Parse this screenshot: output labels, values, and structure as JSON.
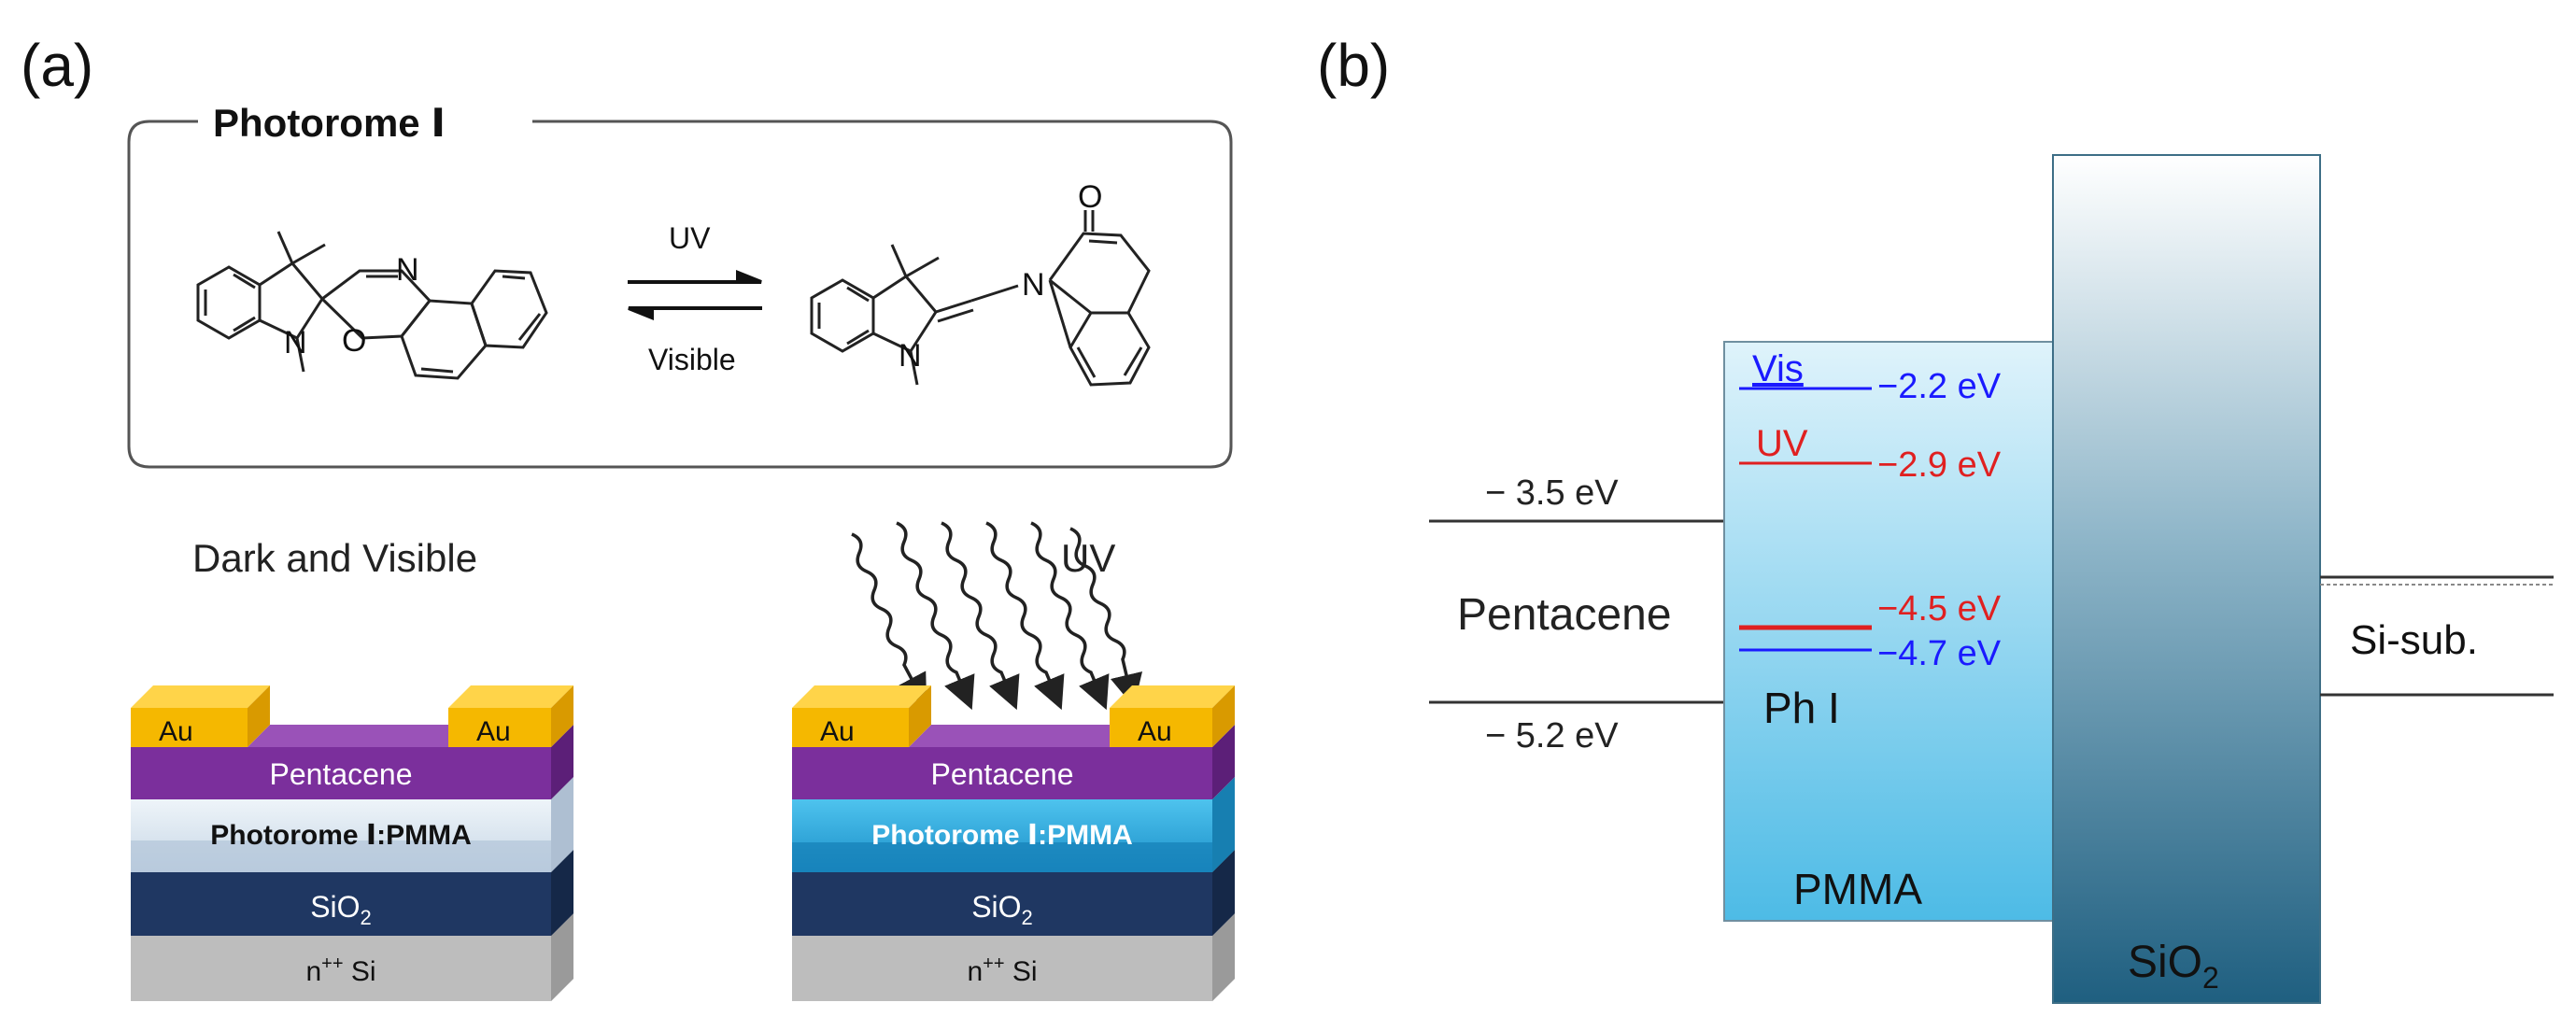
{
  "panel_a": {
    "label": "(a)",
    "box_title": "Photorome Ⅰ",
    "arrow_top_label": "UV",
    "arrow_bottom_label": "Visible",
    "closed_form_atoms": {
      "n_ring": "N",
      "o_ring": "O",
      "n_methyl": "N"
    },
    "open_form_atoms": {
      "n_imine": "N",
      "o_keto": "O",
      "n_methyl": "N"
    },
    "left_device": {
      "caption": "Dark and Visible",
      "au_left": "Au",
      "au_right": "Au",
      "pentacene": "Pentacene",
      "dielectric": "Photorome Ⅰ:PMMA",
      "sio2_base": "SiO",
      "sio2_sub": "2",
      "si_prefix": "n",
      "si_sup": "++",
      "si_suffix": " Si"
    },
    "right_device": {
      "caption": "UV",
      "au_left": "Au",
      "au_right": "Au",
      "pentacene": "Pentacene",
      "dielectric": "Photorome Ⅰ:PMMA",
      "sio2_base": "SiO",
      "sio2_sub": "2",
      "si_prefix": "n",
      "si_sup": "++",
      "si_suffix": " Si"
    },
    "colors": {
      "au": "#f5b800",
      "pentacene": "#7b2f9c",
      "dielectric_dark": "#dce7f1",
      "dielectric_uv": "#2aa8dc",
      "sio2": "#1f3762",
      "si": "#bdbdbd"
    }
  },
  "panel_b": {
    "label": "(b)",
    "pentacene_label": "Pentacene",
    "pentacene_lumo": "− 3.5 eV",
    "pentacene_homo": "− 5.2 eV",
    "ph_label": "Ph I",
    "pmma_label": "PMMA",
    "sio2_base": "SiO",
    "sio2_sub": "2",
    "si_label": "Si-sub.",
    "levels": {
      "vis_tag": "Vis",
      "vis_lumo": "−2.2 eV",
      "uv_tag": "UV",
      "uv_lumo": "−2.9 eV",
      "uv_homo": "−4.5 eV",
      "vis_homo": "−4.7 eV"
    },
    "colors": {
      "vis": "#1a1aff",
      "uv": "#e02020",
      "pmma_top": "#dff3fb",
      "pmma_bottom": "#4dbbe6",
      "sio2_top": "#ffffff",
      "sio2_bottom": "#1f5f80"
    }
  }
}
